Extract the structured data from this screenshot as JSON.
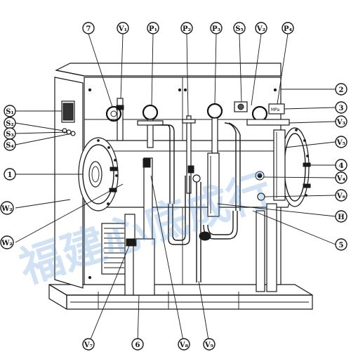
{
  "watermark": "福建心底成行",
  "callouts": [
    {
      "id": "7",
      "label": "7"
    },
    {
      "id": "V1",
      "label": "V₁"
    },
    {
      "id": "P1",
      "label": "P₁"
    },
    {
      "id": "P2",
      "label": "P₂"
    },
    {
      "id": "P3",
      "label": "P₃"
    },
    {
      "id": "S5",
      "label": "S₅"
    },
    {
      "id": "V2",
      "label": "V₂"
    },
    {
      "id": "P4",
      "label": "P₄"
    },
    {
      "id": "2",
      "label": "2"
    },
    {
      "id": "3",
      "label": "3"
    },
    {
      "id": "V3",
      "label": "V₃"
    },
    {
      "id": "V5",
      "label": "V₅"
    },
    {
      "id": "4",
      "label": "4"
    },
    {
      "id": "V4",
      "label": "V₄"
    },
    {
      "id": "V6",
      "label": "V₆"
    },
    {
      "id": "H",
      "label": "H"
    },
    {
      "id": "5",
      "label": "5"
    },
    {
      "id": "S1",
      "label": "S₁"
    },
    {
      "id": "S2",
      "label": "S₂"
    },
    {
      "id": "S3",
      "label": "S₃"
    },
    {
      "id": "S4",
      "label": "S₄"
    },
    {
      "id": "1",
      "label": "1"
    },
    {
      "id": "W2a",
      "label": "W₂"
    },
    {
      "id": "W2b",
      "label": "W₂"
    },
    {
      "id": "V7",
      "label": "V₇"
    },
    {
      "id": "6",
      "label": "6"
    },
    {
      "id": "V8",
      "label": "V₈"
    },
    {
      "id": "V9",
      "label": "V₉"
    }
  ]
}
